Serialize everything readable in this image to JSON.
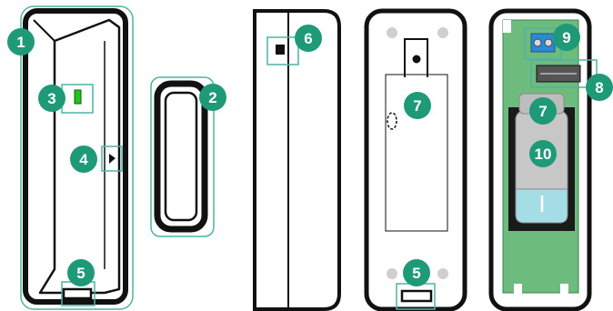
{
  "diagram": {
    "colors": {
      "badge": "#1f9a78",
      "outline": "#111111",
      "callout": "#4fb3a2",
      "led": "#1ec51e",
      "pcb": "#6dbb7d",
      "battery_body": "#c7c7c7",
      "battery_cap": "#a5dde7"
    },
    "badges": [
      {
        "label": "1"
      },
      {
        "label": "2"
      },
      {
        "label": "3"
      },
      {
        "label": "4"
      },
      {
        "label": "5"
      },
      {
        "label": "6"
      },
      {
        "label": "7"
      },
      {
        "label": "5"
      },
      {
        "label": "9"
      },
      {
        "label": "8"
      },
      {
        "label": "7"
      },
      {
        "label": "10"
      }
    ]
  }
}
